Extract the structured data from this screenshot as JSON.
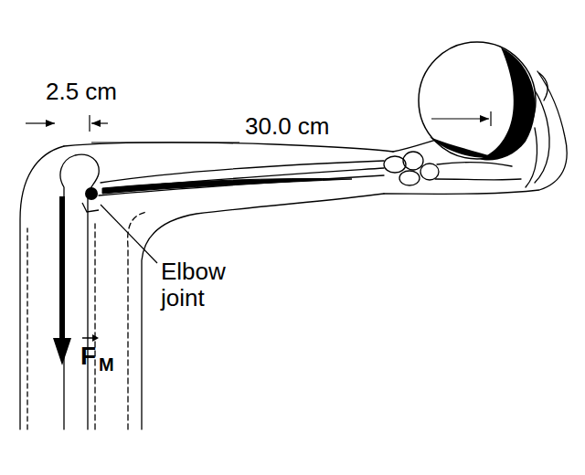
{
  "diagram": {
    "labels": [
      "2.5 cm",
      "30.0 cm",
      "Elbow joint",
      "F",
      "M"
    ]
  }
}
